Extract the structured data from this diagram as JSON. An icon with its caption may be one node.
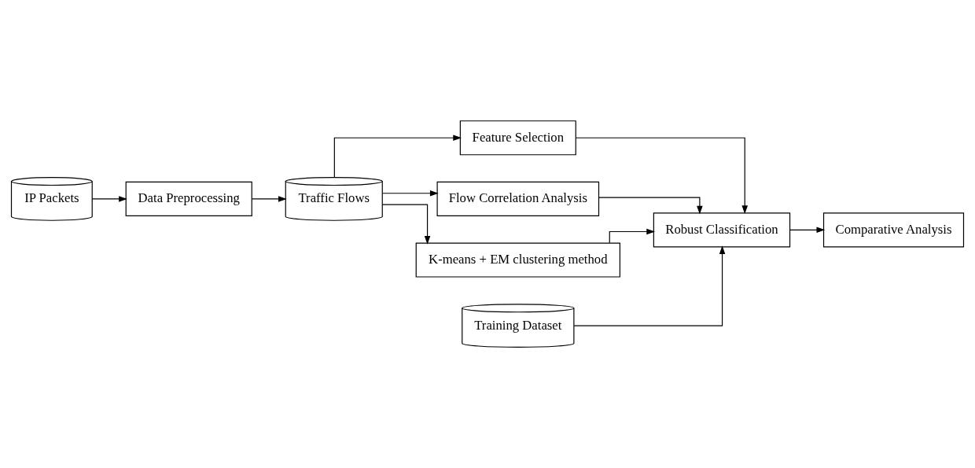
{
  "diagram": {
    "nodes": [
      {
        "text": [
          "IP Packets"
        ]
      },
      {
        "text": [
          "Data Preprocessing"
        ]
      },
      {
        "text": [
          "Traffic Flows"
        ]
      },
      {
        "text": [
          "Feature Selection"
        ]
      },
      {
        "text": [
          "Training Dataset"
        ]
      },
      {
        "text": [
          "Robust Classification"
        ]
      },
      {
        "text": [
          "Comparative Analysis"
        ]
      },
      {
        "text": [
          "Flow Correlation Analysis"
        ]
      },
      {
        "text": [
          "K-means + EM clustering method"
        ]
      }
    ],
    "edges": [
      {
        "from": 0,
        "to": 1,
        "arrow": "to"
      },
      {
        "from": 1,
        "to": 2,
        "arrow": "to"
      },
      {
        "from": 2,
        "to": 3,
        "arrow": "to"
      },
      {
        "from": 2,
        "to": 7,
        "arrow": "to"
      },
      {
        "from": 2,
        "to": 8,
        "arrow": "to"
      },
      {
        "from": 3,
        "to": 5,
        "arrow": "to"
      },
      {
        "from": 4,
        "to": 5,
        "arrow": "to"
      },
      {
        "from": 7,
        "to": 5,
        "arrow": "to"
      },
      {
        "from": 8,
        "to": 5,
        "arrow": "to"
      },
      {
        "from": 5,
        "to": 6,
        "arrow": "to"
      }
    ]
  }
}
